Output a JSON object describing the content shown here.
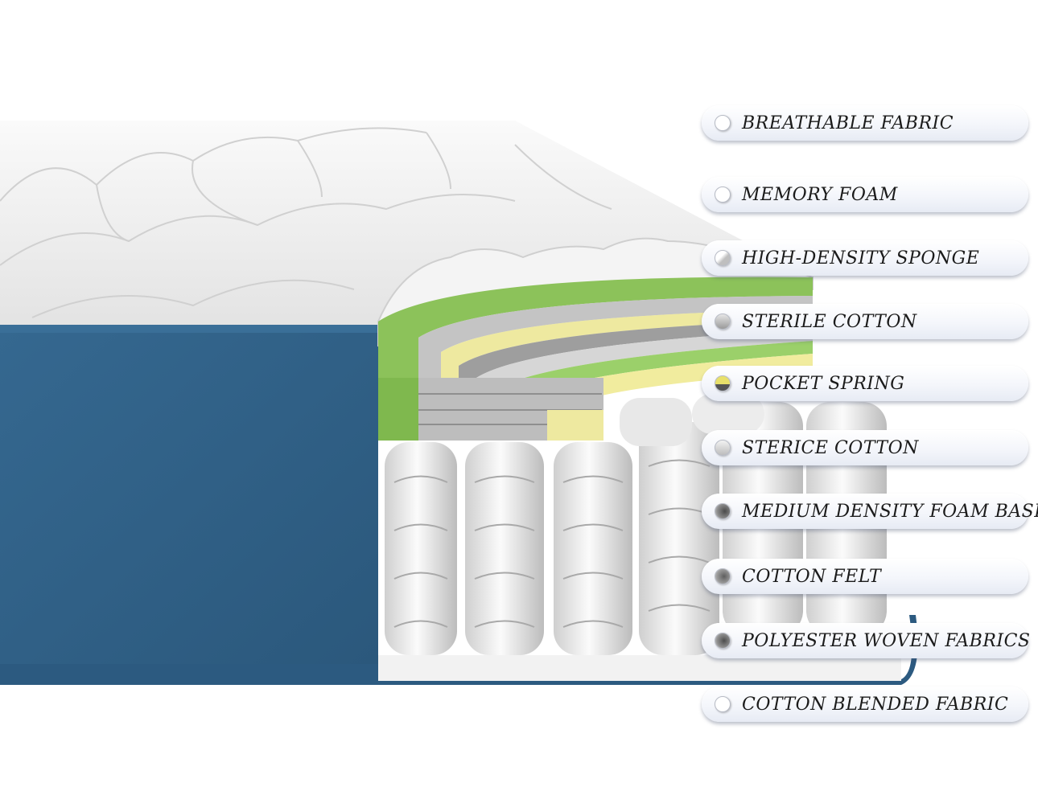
{
  "labels": [
    {
      "text": "BREATHABLE FABRIC",
      "swatch": "#ffffff"
    },
    {
      "text": "MEMORY FOAM",
      "swatch": "#ffffff"
    },
    {
      "text": "HIGH-DENSITY SPONGE",
      "swatch": "#d9d9d9"
    },
    {
      "text": "STERILE COTTON",
      "swatch": "#b5b5b5"
    },
    {
      "text": "POCKET SPRING",
      "swatch": "#e8e06a"
    },
    {
      "text": "STERICE COTTON",
      "swatch": "#c9c9c9"
    },
    {
      "text": "MEDIUM DENSITY FOAM BASE",
      "swatch": "#6e6e6e"
    },
    {
      "text": "COTTON FELT",
      "swatch": "#8a8a8a"
    },
    {
      "text": "POLYESTER WOVEN FABRICS",
      "swatch": "#6a6a6a"
    },
    {
      "text": "COTTON BLENDED FABRIC",
      "swatch": "#ffffff"
    }
  ],
  "colors": {
    "side_panel": "#2f5f86",
    "quilt_top": "#f3f3f3",
    "green_layer": "#8cc25a",
    "yellow_layer": "#f1ec9e",
    "gray_layer": "#bdbdbd"
  }
}
